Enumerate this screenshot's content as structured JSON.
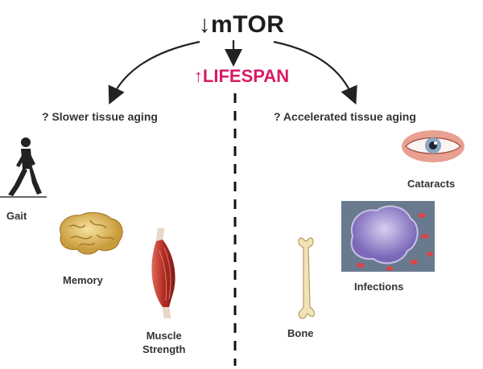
{
  "title": "↓mTOR",
  "center": "↑LIFESPAN",
  "left_heading": "? Slower tissue aging",
  "right_heading": "? Accelerated tissue aging",
  "labels": {
    "gait": "Gait",
    "memory": "Memory",
    "muscle_line1": "Muscle",
    "muscle_line2": "Strength",
    "bone": "Bone",
    "cataracts": "Cataracts",
    "infections": "Infections"
  },
  "colors": {
    "lifespan": "#d81b66",
    "text": "#333333"
  },
  "icons": [
    "walking-person-icon",
    "brain-icon",
    "muscle-icon",
    "bone-icon",
    "eye-icon",
    "immune-cell-icon"
  ]
}
